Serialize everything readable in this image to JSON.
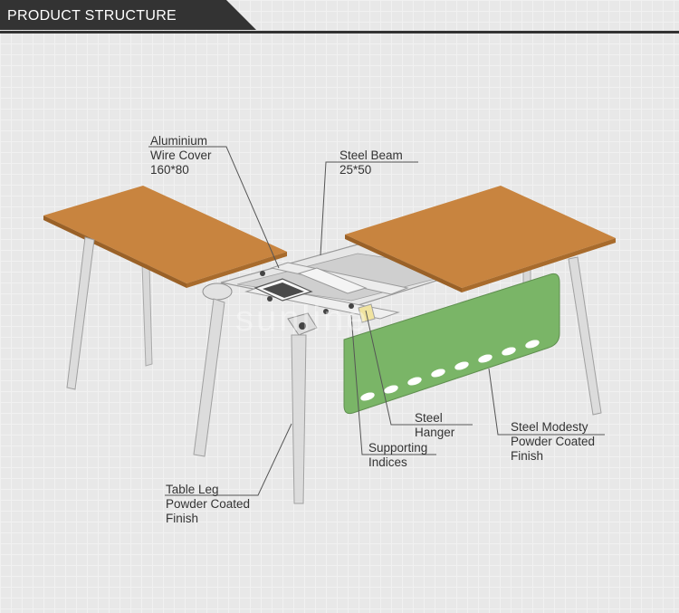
{
  "header": {
    "title": "PRODUCT STRUCTURE",
    "bar_color": "#333333"
  },
  "colors": {
    "tabletop": "#c8843f",
    "tabletop_edge": "#9a6127",
    "frame": "#e3e3e3",
    "modesty_panel": "#7ab567",
    "label_text": "#333333",
    "leader_line": "#555555"
  },
  "watermark": "sunline",
  "callouts": {
    "wire_cover": {
      "line1": "Aluminium",
      "line2": "Wire Cover",
      "line3": "160*80"
    },
    "steel_beam": {
      "line1": "Steel Beam",
      "line2": "25*50"
    },
    "steel_hanger": {
      "line1": "Steel",
      "line2": "Hanger"
    },
    "modesty": {
      "line1": "Steel Modesty",
      "line2": "Powder Coated",
      "line3": "Finish"
    },
    "supporting": {
      "line1": "Supporting",
      "line2": "Indices"
    },
    "table_leg": {
      "line1": "Table Leg",
      "line2": "Powder Coated",
      "line3": "Finish"
    }
  }
}
